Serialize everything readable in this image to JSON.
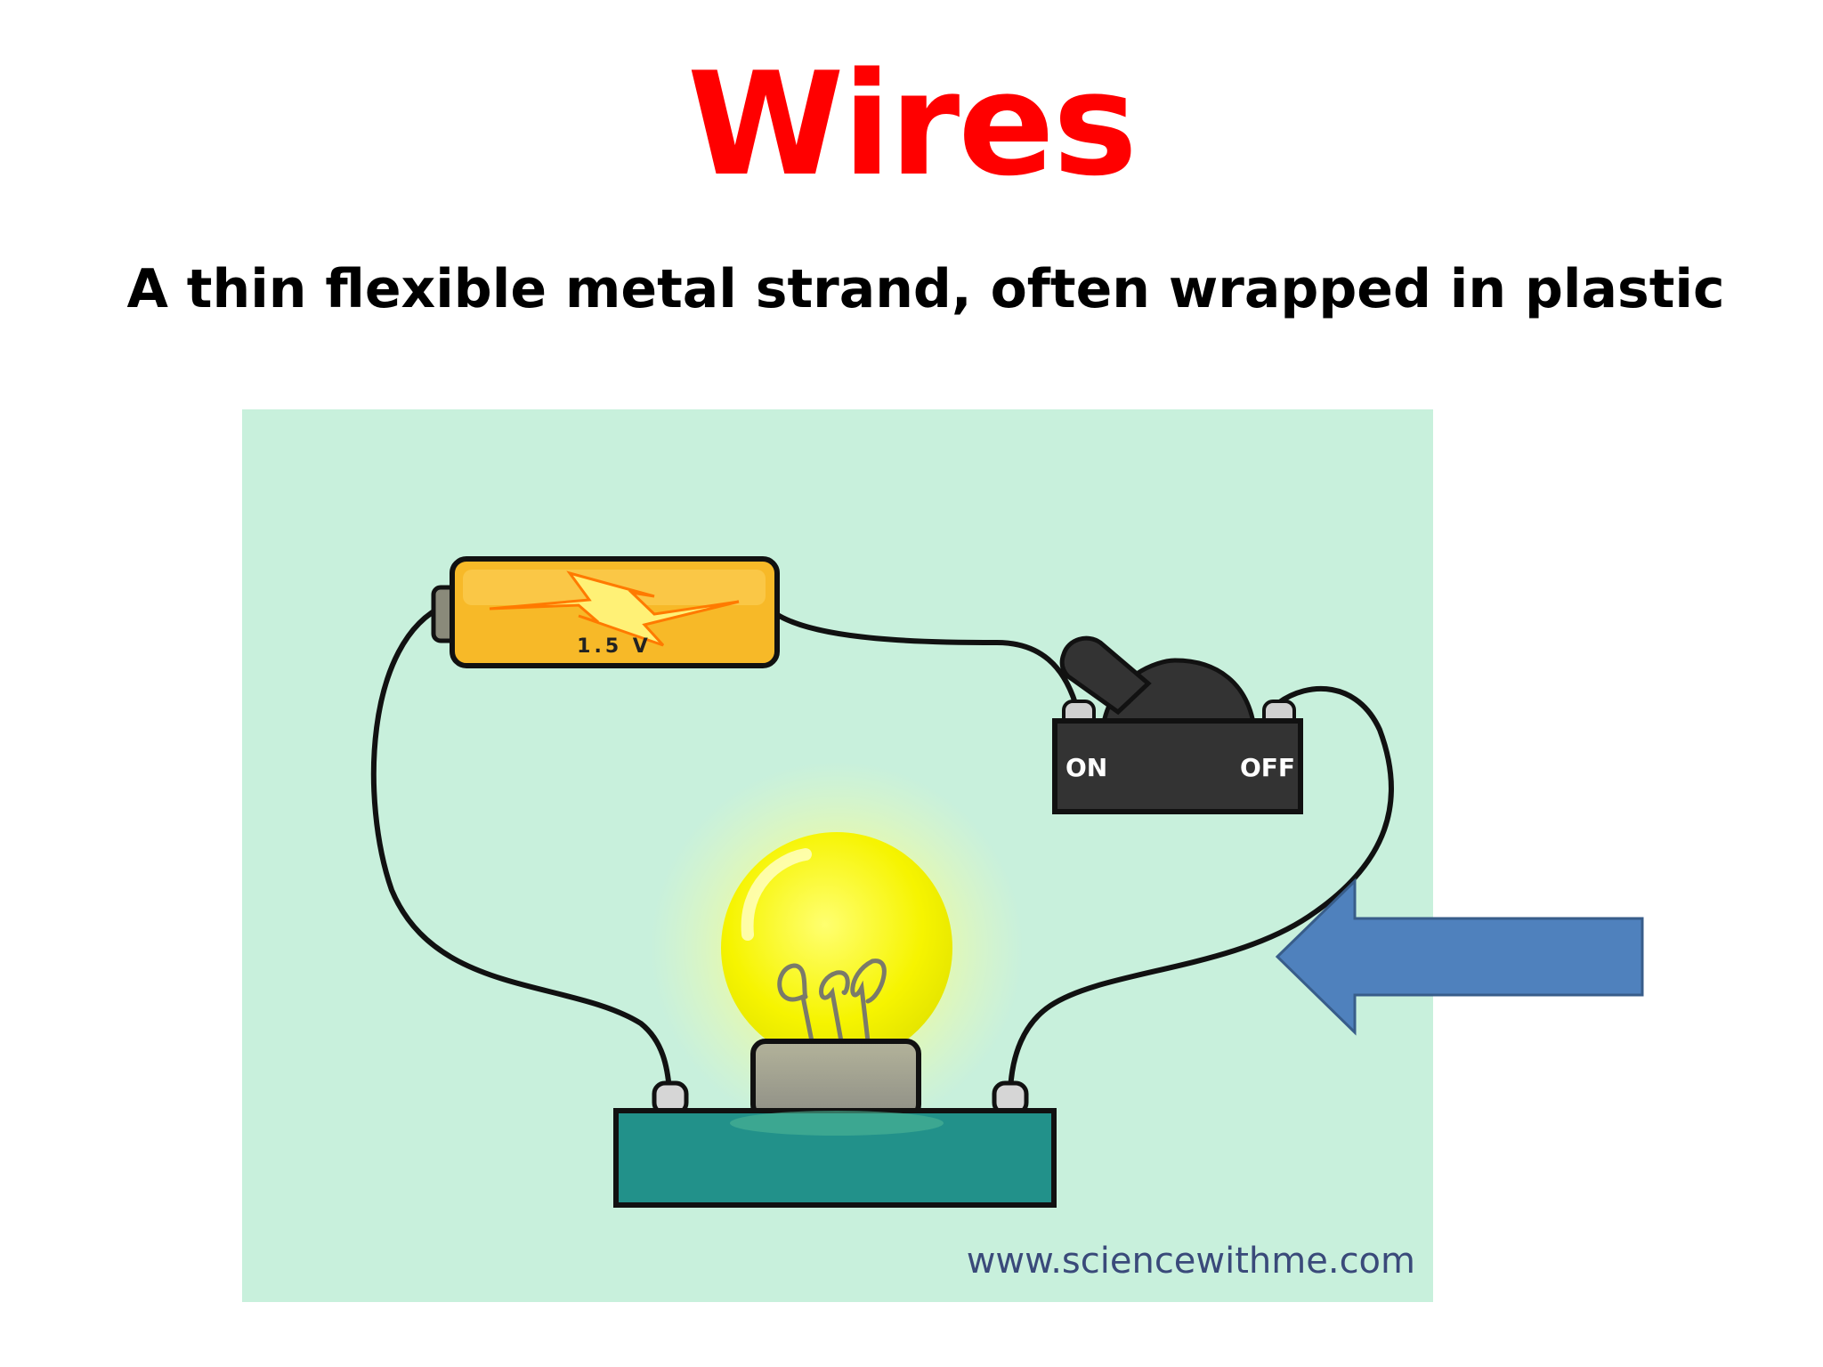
{
  "slide": {
    "title": "Wires",
    "subtitle": "A thin flexible metal strand, often wrapped in plastic"
  },
  "diagram": {
    "battery_label": "1.5 V",
    "switch_on_label": "ON",
    "switch_off_label": "OFF",
    "watermark": "www.sciencewithme.com"
  },
  "colors": {
    "title": "#ff0000",
    "panel_background": "#c8f0dc",
    "battery": "#f7b928",
    "bulb_base": "#22918a",
    "switch": "#333333",
    "arrow": "#4f81bd",
    "arrow_outline": "#385d8a",
    "watermark": "#3a4a7a"
  }
}
